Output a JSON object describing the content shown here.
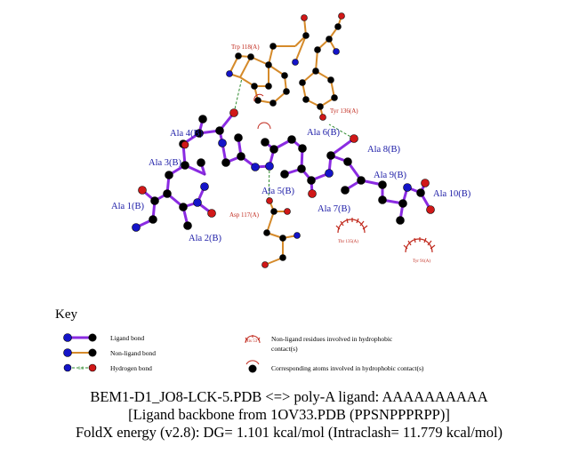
{
  "residues_ligand": {
    "ala1": "Ala 1(B)",
    "ala2": "Ala 2(B)",
    "ala3": "Ala 3(B)",
    "ala4": "Ala 4(B)",
    "ala5": "Ala 5(B)",
    "ala6": "Ala 6(B)",
    "ala7": "Ala 7(B)",
    "ala8": "Ala 8(B)",
    "ala9": "Ala 9(B)",
    "ala10": "Ala 10(B)"
  },
  "residues_nonligand": {
    "trp118": "Trp 118(A)",
    "tyr136": "Tyr 136(A)",
    "asp117": "Asp 117(A)",
    "thr135": "Thr 135(A)",
    "tyr91": "Tyr 91(A)"
  },
  "key": {
    "title": "Key",
    "ligand_bond": "Ligand bond",
    "nonligand_bond": "Non-ligand bond",
    "hydrogen_bond": "Hydrogen bond",
    "hbond_length": "3.0",
    "his_label": "His 53",
    "hydrophobic_residues_line1": "Non-ligand residues involved in hydrophobic",
    "hydrophobic_residues_line2": "contact(s)",
    "hydrophobic_atoms": "Corresponding atoms involved in hydrophobic contact(s)"
  },
  "caption": {
    "line1": "BEM1-D1_JO8-LCK-5.PDB <=> poly-A ligand: AAAAAAAAAA",
    "line2": "[Ligand backbone from 1OV33.PDB (PPSNPPPRPP)]",
    "line3": "FoldX energy (v2.8): DG= 1.101 kcal/mol (Intraclash= 11.779 kcal/mol)"
  },
  "colors": {
    "ligand_bond": "#8a2be2",
    "nonligand_bond": "#d58a2a",
    "hbond": "#2e8b2e",
    "carbon": "#000000",
    "nitrogen": "#1414c8",
    "oxygen": "#d01818",
    "hydrophobic": "#c0281c"
  }
}
